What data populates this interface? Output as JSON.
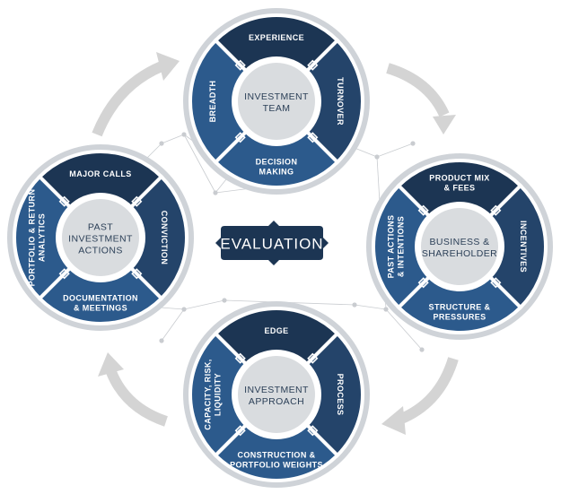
{
  "colors": {
    "navy_dark": "#1c3553",
    "navy_mid": "#24446a",
    "navy_light": "#2c5a8c",
    "ring_grey": "#cfd3d8",
    "hub_grey": "#d9dcdf",
    "arrow_grey": "#d4d4d4",
    "network_grey": "#c9ccd0"
  },
  "center": {
    "label": "EVALUATION"
  },
  "circles": [
    {
      "id": "investment-team",
      "hub": [
        "INVESTMENT",
        "TEAM"
      ],
      "top": [
        "EXPERIENCE"
      ],
      "right": [
        "TURNOVER"
      ],
      "bottom": [
        "DECISION",
        "MAKING"
      ],
      "left": [
        "BREADTH"
      ]
    },
    {
      "id": "past-investment-actions",
      "hub": [
        "PAST",
        "INVESTMENT",
        "ACTIONS"
      ],
      "top": [
        "MAJOR CALLS"
      ],
      "right": [
        "CONVICTION"
      ],
      "bottom": [
        "DOCUMENTATION",
        "& MEETINGS"
      ],
      "left": [
        "PORTFOLIO & RETURN",
        "ANALYTICS"
      ]
    },
    {
      "id": "business-shareholder",
      "hub": [
        "BUSINESS &",
        "SHAREHOLDER"
      ],
      "top": [
        "PRODUCT MIX",
        "& FEES"
      ],
      "right": [
        "INCENTIVES"
      ],
      "bottom": [
        "STRUCTURE &",
        "PRESSURES"
      ],
      "left": [
        "PAST ACTIONS",
        "& INTENTIONS"
      ]
    },
    {
      "id": "investment-approach",
      "hub": [
        "INVESTMENT",
        "APPROACH"
      ],
      "top": [
        "EDGE"
      ],
      "right": [
        "PROCESS"
      ],
      "bottom": [
        "CONSTRUCTION &",
        "PORTFOLIO WEIGHTS"
      ],
      "left": [
        "CAPACITY, RISK,",
        "LIQUIDITY"
      ]
    }
  ]
}
